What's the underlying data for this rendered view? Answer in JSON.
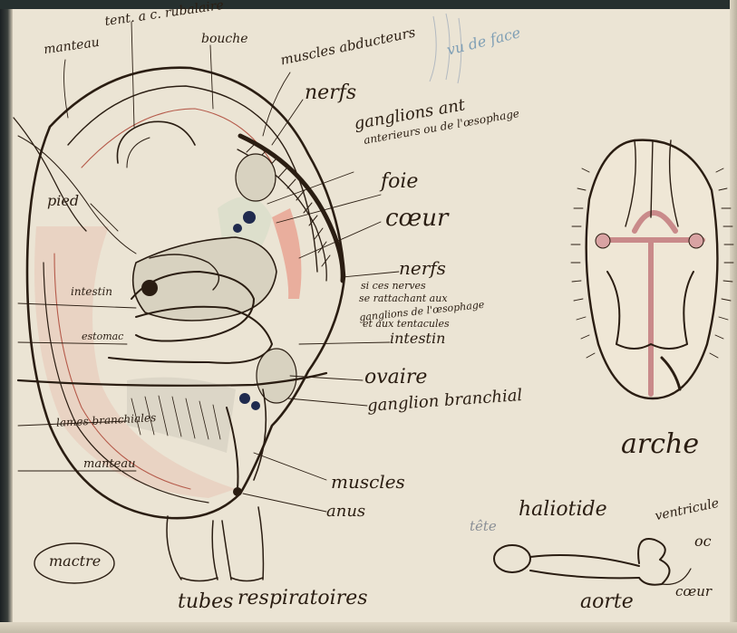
{
  "labels": {
    "manteau_top": "manteau",
    "tentacules": "tent. a c. rubalaire",
    "bouche": "bouche",
    "muscles_abducteurs": "muscles abducteurs",
    "nerfs_top": "nerfs",
    "ganglions": "ganglions ant",
    "ganglions_sub": "anterieurs ou de l'œsophage",
    "foie": "foie",
    "coeur": "cœur",
    "nerfs_mid": "nerfs",
    "nerfs_note_1": "si ces nerves",
    "nerfs_note_2": "se rattachant aux",
    "nerfs_note_3": "ganglions de l'œsophage",
    "nerfs_note_4": "et aux tentacules",
    "intestin_right": "intestin",
    "ovaire": "ovaire",
    "ganglion_branchial": "ganglion branchial",
    "pied": "pied",
    "intestin_left": "intestin",
    "estomac": "estomac",
    "lames_branchiales": "lames branchiales",
    "manteau_bottom": "manteau",
    "muscles": "muscles",
    "anus": "anus",
    "mactre": "mactre",
    "tubes": "tubes",
    "respiratoires": "respiratoires",
    "arche": "arche",
    "haliotide": "haliotide",
    "tete": "tête",
    "ventricule": "ventricule",
    "aorte": "aorte",
    "coeur_small": "cœur",
    "oc": "oc",
    "faint_top": "vu de face"
  },
  "colors": {
    "paper": "#ebe4d4",
    "ink": "#2a1d12",
    "red_wash": "#d98a7c",
    "blue_wash": "#7fa3c4",
    "navy_ink": "#1f2a4e",
    "pink_vessels": "#d9a3a3"
  }
}
